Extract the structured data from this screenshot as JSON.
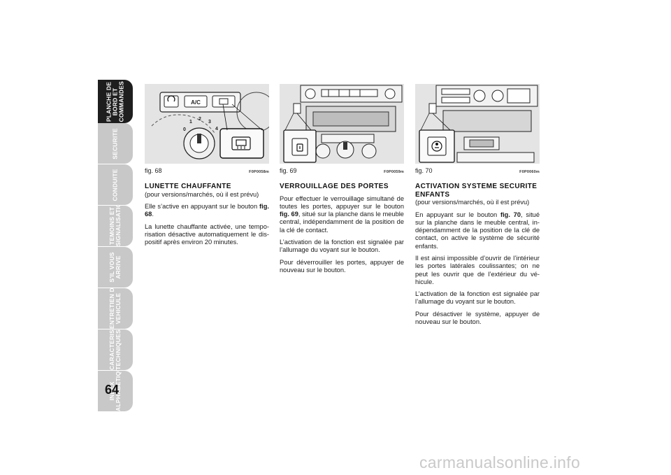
{
  "sidebar": {
    "tabs": [
      {
        "label": "PLANCHE DE\nBORD ET\nCOMMANDES",
        "active": true
      },
      {
        "label": "SECURITE",
        "active": false
      },
      {
        "label": "CONDUITE",
        "active": false
      },
      {
        "label": "TEMOINS ET\nSIGNALISATIONS",
        "active": false
      },
      {
        "label": "S'IL VOUS\nARRIVE",
        "active": false
      },
      {
        "label": "ENTRETIEN DU\nVEHICULE",
        "active": false
      },
      {
        "label": "CARACTERISTIQUES\nTECHNIQUES",
        "active": false
      },
      {
        "label": "INDEX\nALPHABETIQUE",
        "active": false
      }
    ],
    "page_number": "64"
  },
  "columns": [
    {
      "figure": {
        "label": "fig. 68",
        "code": "F0P0058m",
        "button_text": "A/C",
        "numbers": [
          "0",
          "1",
          "2",
          "3",
          "4"
        ]
      },
      "heading": "LUNETTE CHAUFFANTE",
      "note": "(pour versions/marchés, où il est prévu)",
      "paragraphs": [
        {
          "pre": "Elle s’active en appuyant sur le bouton ",
          "ref": "fig. 68",
          "post": "."
        },
        {
          "pre": "La lunette chauffante activée, une tempo-risation désactive automatiquement le dis-positif après environ 20 minutes.",
          "ref": "",
          "post": ""
        }
      ]
    },
    {
      "figure": {
        "label": "fig. 69",
        "code": "F0P0059m"
      },
      "heading": "VERROUILLAGE DES PORTES",
      "note": "",
      "paragraphs": [
        {
          "pre": "Pour effectuer le verrouillage simultané de toutes les portes, appuyer sur le bouton ",
          "ref": "fig. 69",
          "post": ", situé sur la planche dans le meuble central, indépendamment de la position de la clé de contact."
        },
        {
          "pre": "L’activation de la fonction est signalée par l’allumage du voyant sur le bouton.",
          "ref": "",
          "post": ""
        },
        {
          "pre": "Pour déverrouiller les portes, appuyer de nouveau sur le bouton.",
          "ref": "",
          "post": ""
        }
      ]
    },
    {
      "figure": {
        "label": "fig. 70",
        "code": "F0P0060m"
      },
      "heading": "ACTIVATION SYSTEME SECURITE ENFANTS",
      "note": "(pour versions/marchés, où il est prévu)",
      "paragraphs": [
        {
          "pre": "En appuyant sur le bouton ",
          "ref": "fig. 70",
          "post": ", situé sur la planche dans le meuble central, in-dépendamment de la position de la clé de contact, on active le système de sécurité enfants."
        },
        {
          "pre": "Il est ainsi impossible d’ouvrir de l’intérieur les portes latérales coulissantes; on ne peut les ouvrir que de l’extérieur du vé-hicule.",
          "ref": "",
          "post": ""
        },
        {
          "pre": "L’activation de la fonction est signalée par l’allumage du voyant sur le bouton.",
          "ref": "",
          "post": ""
        },
        {
          "pre": "Pour désactiver le système, appuyer de nouveau sur le bouton.",
          "ref": "",
          "post": ""
        }
      ]
    }
  ],
  "watermark": "carmanualsonline.info"
}
